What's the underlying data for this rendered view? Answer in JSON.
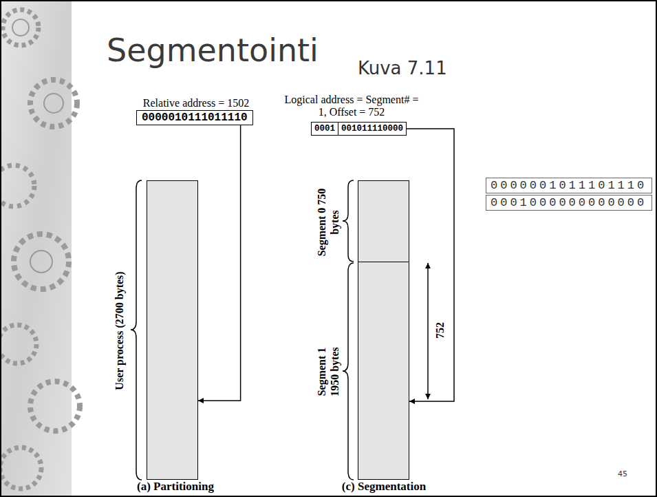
{
  "diagram": {
    "title": "Segmentointi",
    "nodes": [
      {
        "text": [
          "0000010111011110"
        ]
      },
      {
        "text": [
          "User process (2700 bytes)"
        ]
      },
      {
        "text": [
          "0001",
          "001011110000"
        ]
      },
      {
        "text": [
          "Segment 0 750 bytes"
        ]
      },
      {
        "text": [
          "Segment 1 1950 bytes"
        ]
      },
      {
        "text": [
          "0000001011101110"
        ]
      },
      {
        "text": [
          "0001000000000000"
        ]
      }
    ],
    "edges": [
      {
        "from": 0,
        "to": 1,
        "arrow": "to"
      },
      {
        "from": 2,
        "to": 4,
        "arrow": "to"
      }
    ],
    "labels": [
      "Kuva 7.11",
      "Relative address = 1502",
      "Logical address = Segment# = 1, Offset = 752",
      "752",
      "(a) Partitioning",
      "(c) Segmentation",
      "45"
    ]
  }
}
